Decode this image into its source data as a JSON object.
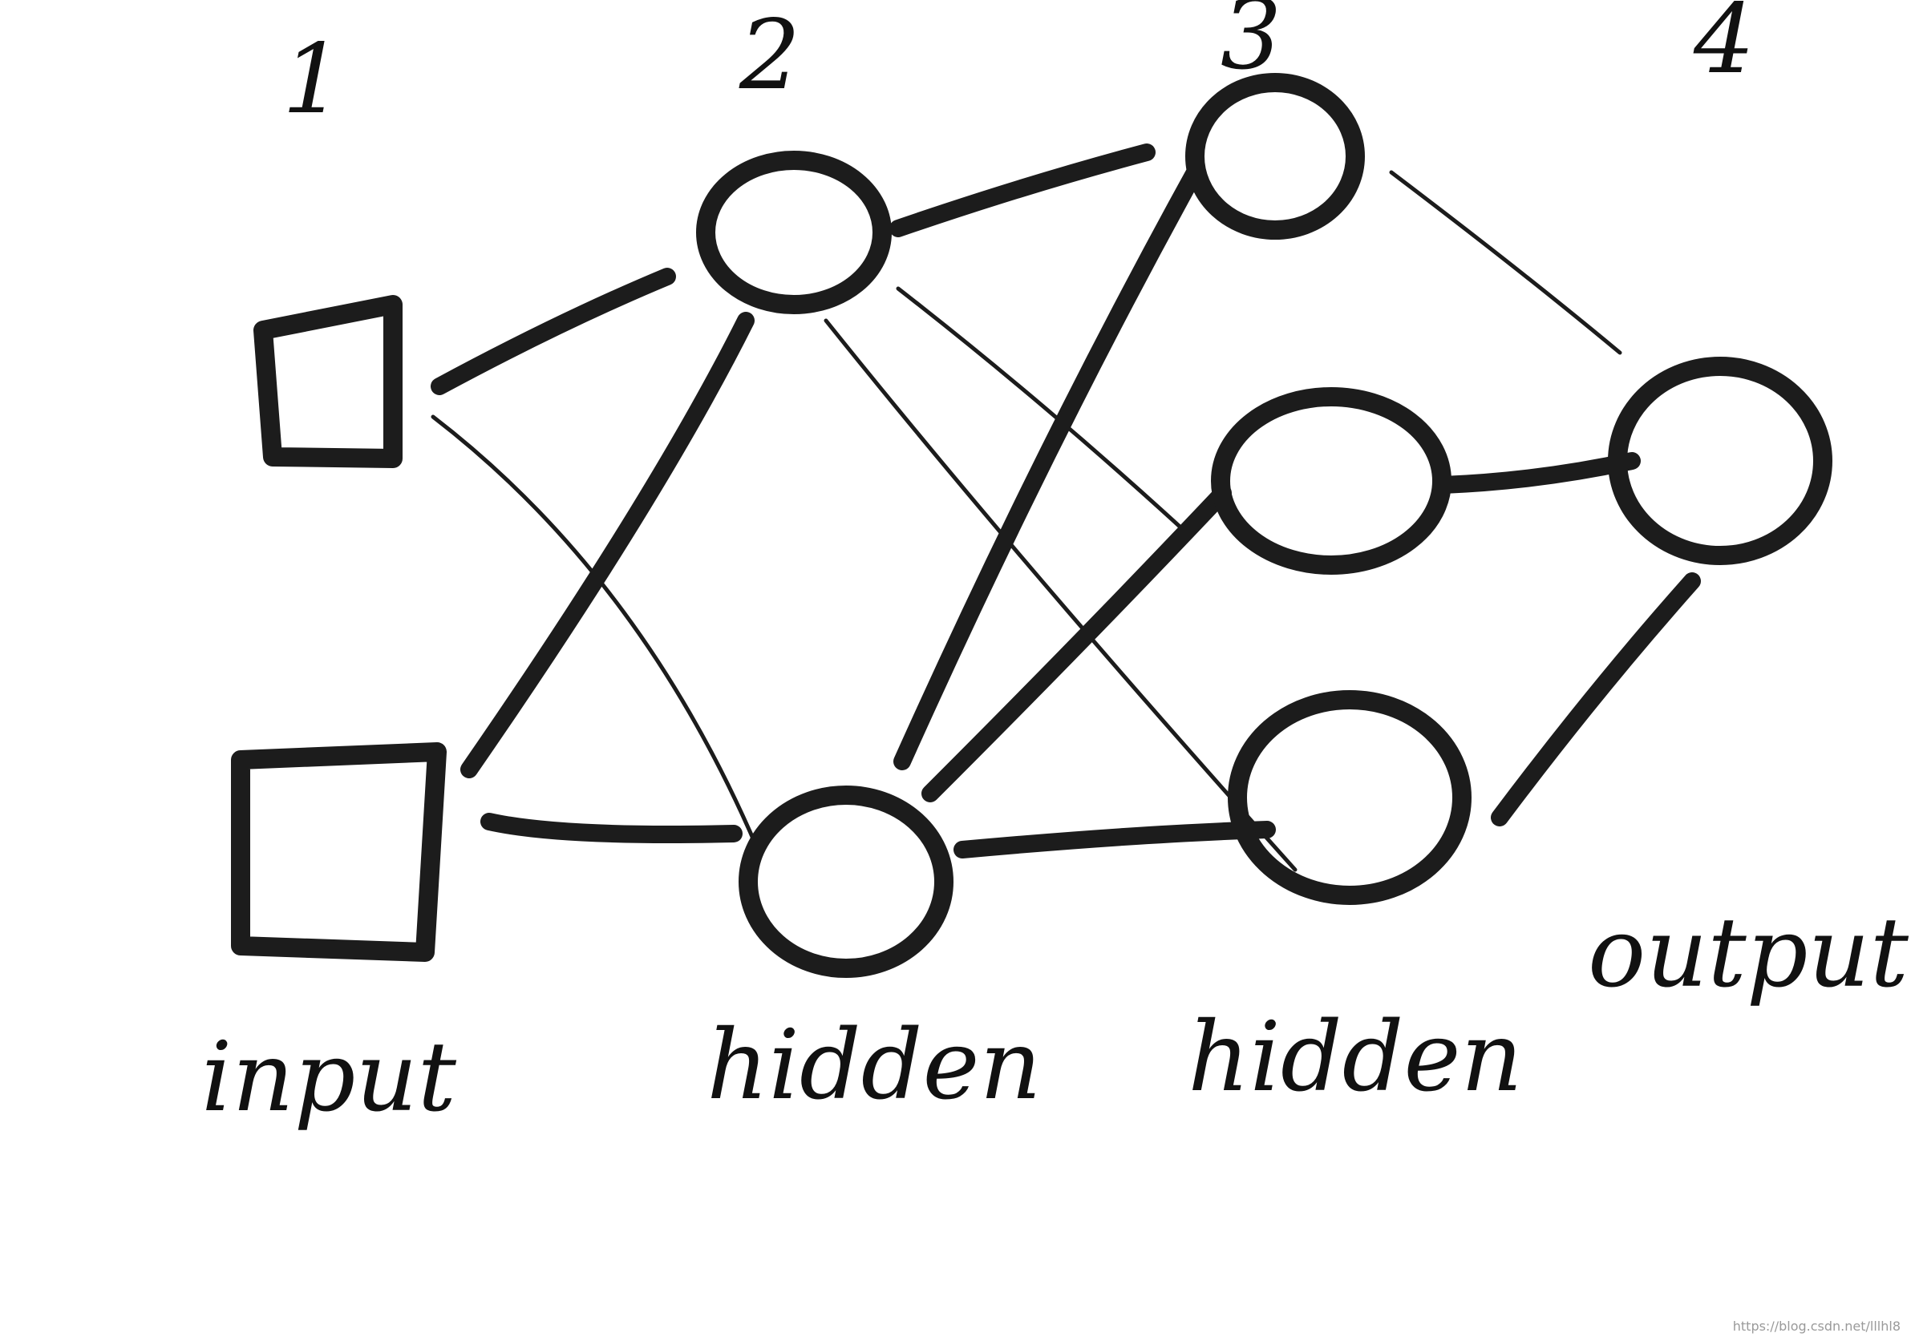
{
  "diagram": {
    "layer_numbers": [
      "1",
      "2",
      "3",
      "4"
    ],
    "layer_labels": [
      "input",
      "hidden",
      "hidden",
      "output"
    ],
    "watermark": "https://blog.csdn.net/lllhl8"
  }
}
